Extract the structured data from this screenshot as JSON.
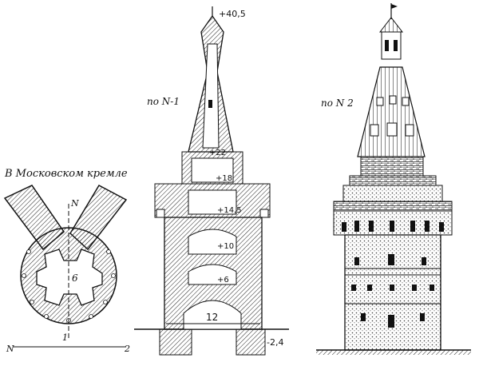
{
  "plan": {
    "caption": "В Московском кремле",
    "north": "N",
    "axis_label_6": "6",
    "axis_label_1": "1",
    "axis_label_n_bottom": "N",
    "axis_label_2": "2"
  },
  "section": {
    "caption": "по N-1",
    "elev_top": "+40,5",
    "elev_22": "+22",
    "elev_18": "+18",
    "elev_145": "+14,5",
    "elev_10": "+10",
    "elev_6": "+6",
    "elev_ground": "-2,4",
    "span": "12"
  },
  "elevation": {
    "caption": "по N 2"
  }
}
